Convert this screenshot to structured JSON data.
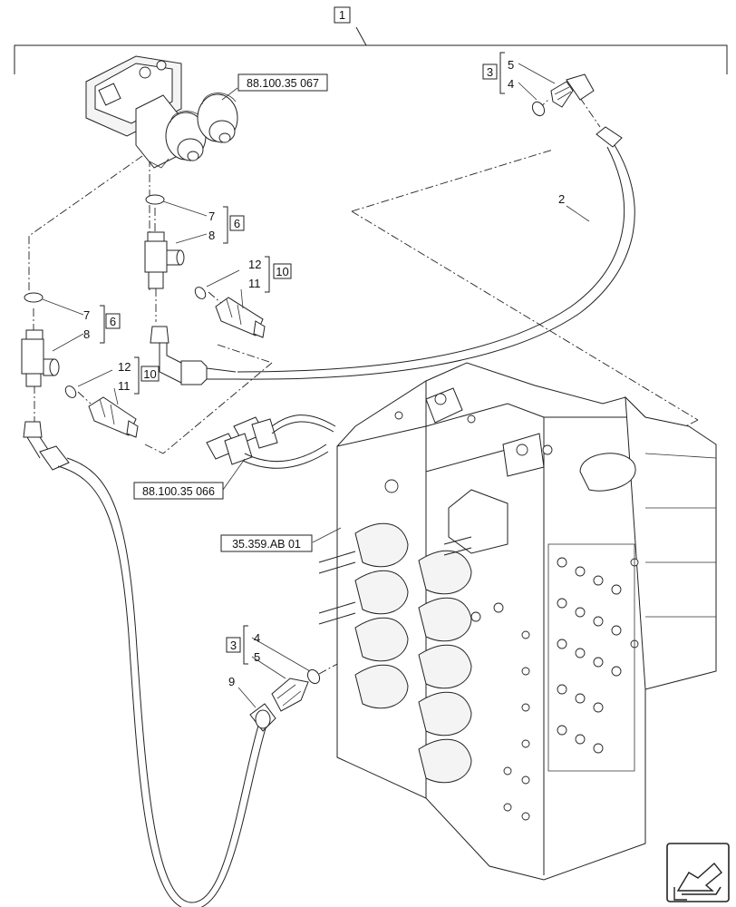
{
  "callouts": {
    "assembly": "1",
    "hose_upper": "2",
    "group_bracket": "3",
    "item_4": "4",
    "item_5": "5",
    "group_6": "6",
    "item_7": "7",
    "item_8": "8",
    "hose_lower": "9",
    "group_10": "10",
    "item_11": "11",
    "item_12": "12"
  },
  "references": {
    "solenoid_block": "88.100.35 067",
    "connector_harness": "88.100.35 066",
    "control_valve": "35.359.AB 01"
  },
  "icons": {
    "navigation": "next-page-arrow-icon"
  }
}
